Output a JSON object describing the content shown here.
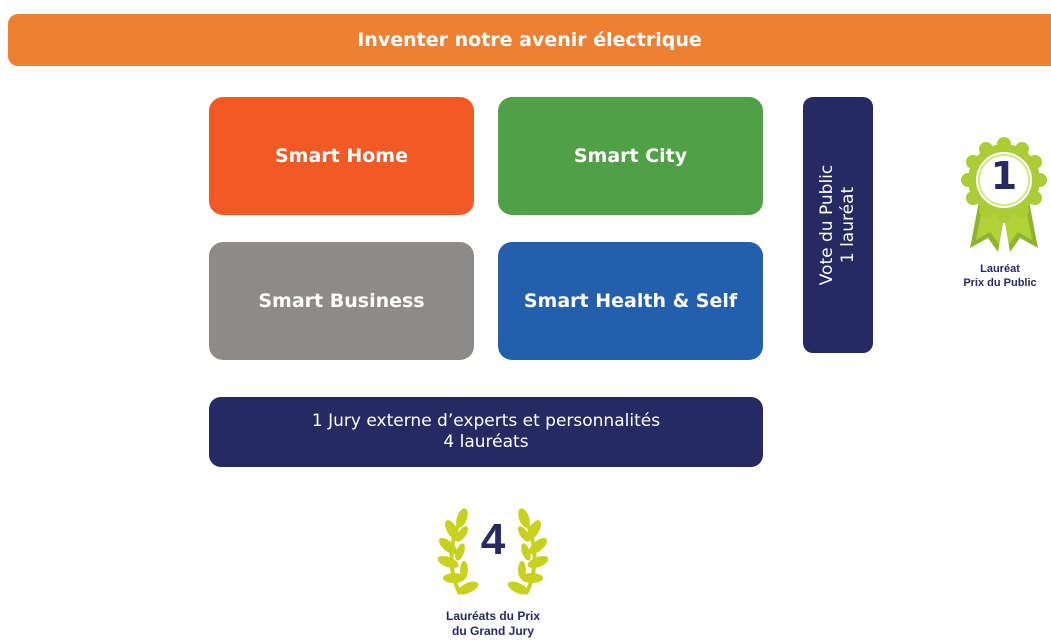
{
  "banner": {
    "title": "Inventer notre avenir électrique",
    "color": "#ef8033"
  },
  "categories": [
    {
      "label": "Smart Home",
      "color": "#f15a24"
    },
    {
      "label": "Smart City",
      "color": "#50a146"
    },
    {
      "label": "Smart Business",
      "color": "#8d8a87"
    },
    {
      "label": "Smart Health & Self",
      "color": "#245fae"
    }
  ],
  "vote_public": {
    "line1": "Vote du Public",
    "line2": "1 lauréat",
    "color": "#262a63"
  },
  "jury": {
    "line1": "1 Jury externe d’experts et personnalités",
    "line2": "4 lauréats",
    "color": "#262a63"
  },
  "public_award": {
    "number": "1",
    "line1": "Lauréat",
    "line2": "Prix du Public",
    "icon": "rosette-icon",
    "ribbon_color": "#aacd37"
  },
  "jury_award": {
    "number": "4",
    "line1": "Lauréats du Prix",
    "line2": "du Grand Jury",
    "icon": "laurel-wreath-icon",
    "wreath_color": "#c8d21e"
  }
}
